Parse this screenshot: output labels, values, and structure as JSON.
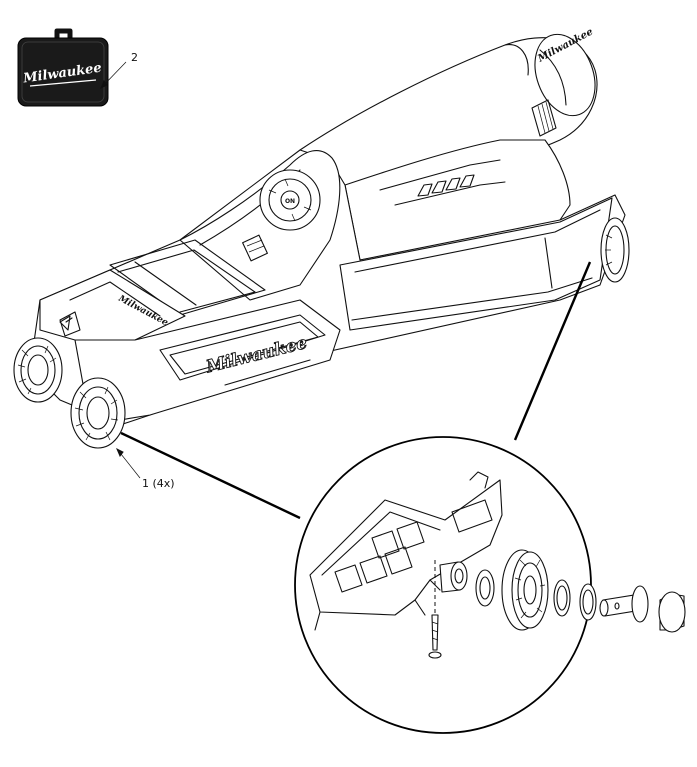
{
  "callouts": {
    "case": {
      "number": "2",
      "brand": "Milwaukee"
    },
    "wheel": {
      "number": "1 (4x)"
    }
  },
  "tool": {
    "brand": "Milwaukee",
    "keypad_center": "ON"
  },
  "colors": {
    "ink": "#111111",
    "case_fill": "#1a1a1a",
    "paper": "#ffffff"
  },
  "icons": [
    "carry-case-icon",
    "wheel-exploded-view-icon"
  ]
}
